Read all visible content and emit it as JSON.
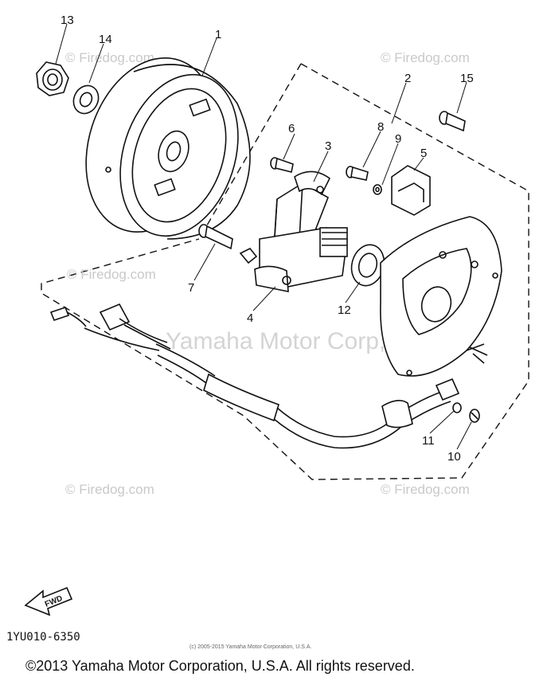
{
  "diagram": {
    "parts": [
      {
        "num": "1"
      },
      {
        "num": "2"
      },
      {
        "num": "3"
      },
      {
        "num": "4"
      },
      {
        "num": "5"
      },
      {
        "num": "6"
      },
      {
        "num": "7"
      },
      {
        "num": "8"
      },
      {
        "num": "9"
      },
      {
        "num": "10"
      },
      {
        "num": "11"
      },
      {
        "num": "12"
      },
      {
        "num": "13"
      },
      {
        "num": "14"
      },
      {
        "num": "15"
      }
    ],
    "watermarks": {
      "firedog": "© Firedog.com",
      "yamaha": "Yamaha Motor Corp, U.S.A."
    },
    "fwd_label": "FWD",
    "diagram_code": "1YU010-6350",
    "small_copyright": "(c) 2005-2015 Yamaha Motor Corporation, U.S.A.",
    "copyright": "©2013 Yamaha Motor Corporation, U.S.A. All rights reserved."
  }
}
